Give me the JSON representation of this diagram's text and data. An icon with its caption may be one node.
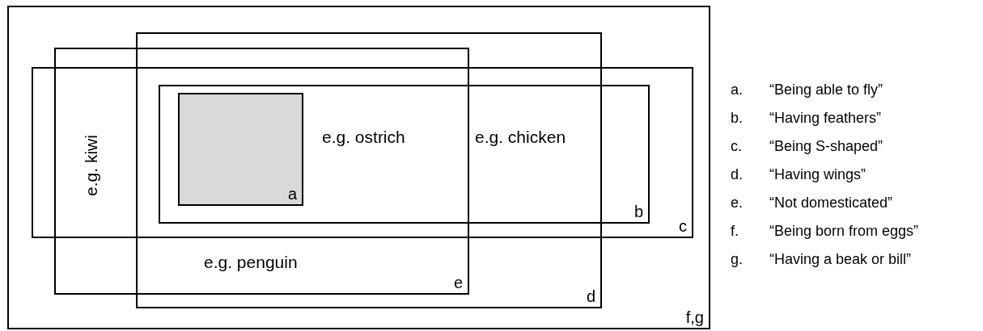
{
  "diagram": {
    "nodes": [
      {
        "text": [
          "f,g"
        ]
      },
      {
        "text": [
          "d"
        ],
        "in": 0
      },
      {
        "text": [
          "e"
        ],
        "in": 0
      },
      {
        "text": [
          "c"
        ],
        "in": 0
      },
      {
        "text": [
          "b"
        ],
        "in": 3
      },
      {
        "text": [
          "a"
        ]
      }
    ],
    "labels": [
      "e.g. kiwi",
      "e.g. ostrich",
      "e.g. chicken",
      "e.g. penguin",
      "a.",
      "“Being able to fly”",
      "b.",
      "“Having feathers”",
      "c.",
      "“Being S-shaped”",
      "d.",
      "“Having wings”",
      "e.",
      "“Not domesticated”",
      "f.",
      "“Being born from eggs”",
      "g.",
      "“Having a beak or bill”"
    ]
  }
}
